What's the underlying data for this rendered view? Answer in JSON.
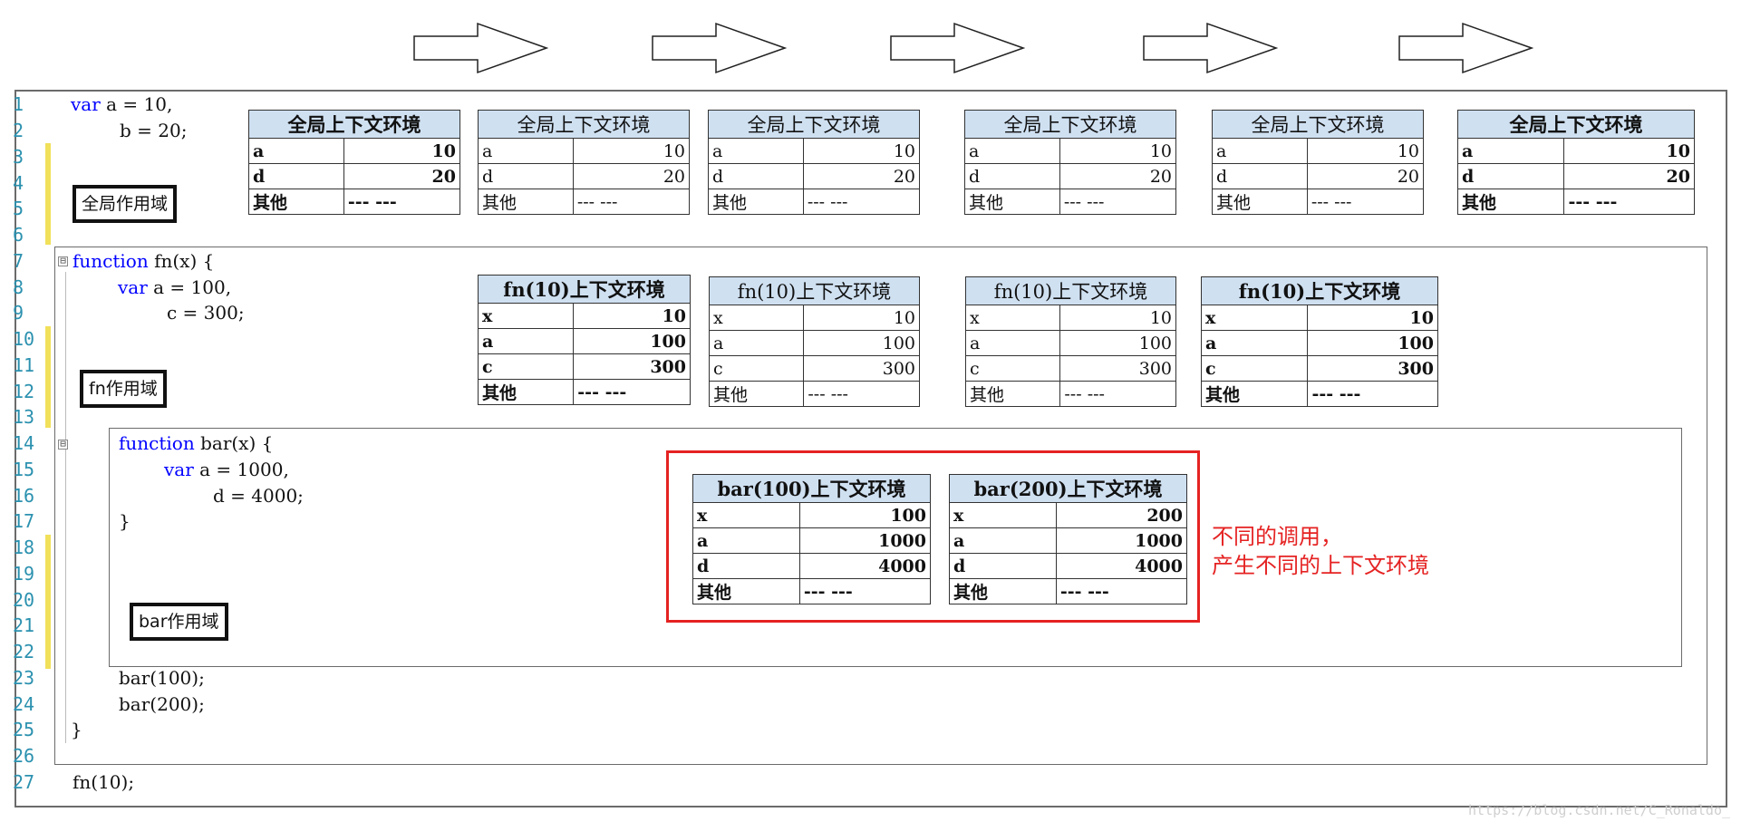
{
  "code": {
    "line_numbers": [
      "1",
      "2",
      "3",
      "4",
      "5",
      "6",
      "7",
      "8",
      "9",
      "10",
      "11",
      "12",
      "13",
      "14",
      "15",
      "16",
      "17",
      "18",
      "19",
      "20",
      "21",
      "22",
      "23",
      "24",
      "25",
      "26",
      "27"
    ],
    "lines": {
      "l1_kw": "var",
      "l1_rest": " a = 10,",
      "l2": "b = 20;",
      "l7_kw": "function",
      "l7_rest": " fn(x) {",
      "l8_kw": "var",
      "l8_rest": " a = 100,",
      "l9": "c = 300;",
      "l14_kw": "function",
      "l14_rest": " bar(x) {",
      "l15_kw": "var",
      "l15_rest": " a = 1000,",
      "l16": "d = 4000;",
      "l17": "}",
      "l23": "bar(100);",
      "l24": "bar(200);",
      "l25": "}",
      "l27": "fn(10);"
    },
    "fold_marker": "⊟"
  },
  "scopes": {
    "global": "全局作用域",
    "fn": "fn作用域",
    "bar": "bar作用域"
  },
  "global_contexts": [
    {
      "title": "全局上下文环境",
      "rows": [
        [
          "a",
          "10"
        ],
        [
          "d",
          "20"
        ],
        [
          "其他",
          "--- ---"
        ]
      ],
      "bold": true
    },
    {
      "title": "全局上下文环境",
      "rows": [
        [
          "a",
          "10"
        ],
        [
          "d",
          "20"
        ],
        [
          "其他",
          "--- ---"
        ]
      ],
      "bold": false
    },
    {
      "title": "全局上下文环境",
      "rows": [
        [
          "a",
          "10"
        ],
        [
          "d",
          "20"
        ],
        [
          "其他",
          "--- ---"
        ]
      ],
      "bold": false
    },
    {
      "title": "全局上下文环境",
      "rows": [
        [
          "a",
          "10"
        ],
        [
          "d",
          "20"
        ],
        [
          "其他",
          "--- ---"
        ]
      ],
      "bold": false
    },
    {
      "title": "全局上下文环境",
      "rows": [
        [
          "a",
          "10"
        ],
        [
          "d",
          "20"
        ],
        [
          "其他",
          "--- ---"
        ]
      ],
      "bold": false
    },
    {
      "title": "全局上下文环境",
      "rows": [
        [
          "a",
          "10"
        ],
        [
          "d",
          "20"
        ],
        [
          "其他",
          "--- ---"
        ]
      ],
      "bold": true
    }
  ],
  "fn_contexts": [
    {
      "title": "fn(10)上下文环境",
      "rows": [
        [
          "x",
          "10"
        ],
        [
          "a",
          "100"
        ],
        [
          "c",
          "300"
        ],
        [
          "其他",
          "--- ---"
        ]
      ],
      "bold": true
    },
    {
      "title": "fn(10)上下文环境",
      "rows": [
        [
          "x",
          "10"
        ],
        [
          "a",
          "100"
        ],
        [
          "c",
          "300"
        ],
        [
          "其他",
          "--- ---"
        ]
      ],
      "bold": false
    },
    {
      "title": "fn(10)上下文环境",
      "rows": [
        [
          "x",
          "10"
        ],
        [
          "a",
          "100"
        ],
        [
          "c",
          "300"
        ],
        [
          "其他",
          "--- ---"
        ]
      ],
      "bold": false
    },
    {
      "title": "fn(10)上下文环境",
      "rows": [
        [
          "x",
          "10"
        ],
        [
          "a",
          "100"
        ],
        [
          "c",
          "300"
        ],
        [
          "其他",
          "--- ---"
        ]
      ],
      "bold": true
    }
  ],
  "bar_contexts": [
    {
      "title": "bar(100)上下文环境",
      "rows": [
        [
          "x",
          "100"
        ],
        [
          "a",
          "1000"
        ],
        [
          "d",
          "4000"
        ],
        [
          "其他",
          "--- ---"
        ]
      ],
      "bold": true
    },
    {
      "title": "bar(200)上下文环境",
      "rows": [
        [
          "x",
          "200"
        ],
        [
          "a",
          "1000"
        ],
        [
          "d",
          "4000"
        ],
        [
          "其他",
          "--- ---"
        ]
      ],
      "bold": true
    }
  ],
  "note": {
    "line1": "不同的调用，",
    "line2": "产生不同的上下文环境"
  },
  "watermark": "https://blog.csdn.net/C_Ronaldo_",
  "colors": {
    "keyword": "#0000ff",
    "line_number": "#2b91af",
    "table_header": "#cfe0f1",
    "highlight": "#e52222",
    "gutter_marker": "#f1e05a"
  }
}
